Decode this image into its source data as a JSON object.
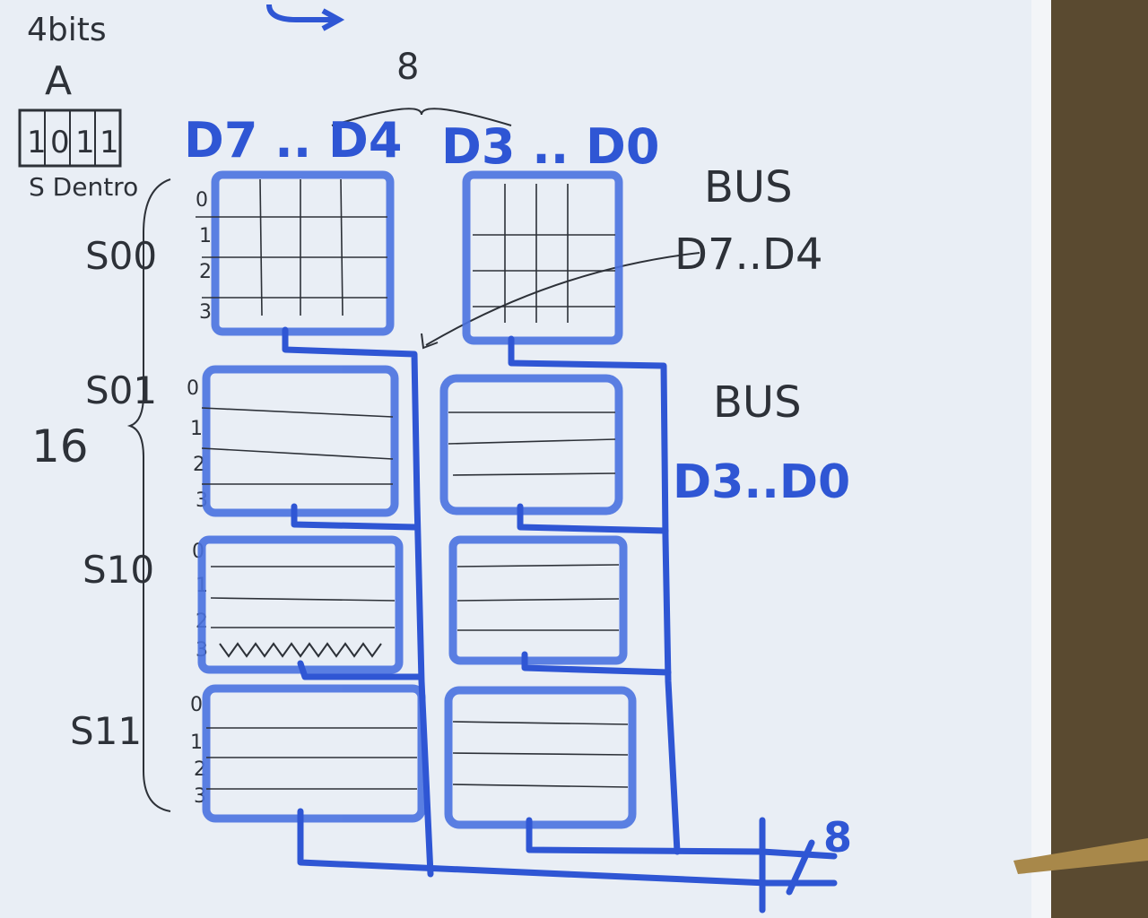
{
  "colors": {
    "paper": "#e9eef5",
    "pencil": "#2d3138",
    "marker": "#2f56d4",
    "marker_light": "#6f8fe6",
    "desk": "#4a3a22"
  },
  "address": {
    "width_label": "4bits",
    "name": "A",
    "bits": [
      "1",
      "0",
      "1",
      "1"
    ],
    "caption": "S  Dentro"
  },
  "top_bus_width": "8",
  "data_header": {
    "high": "D7 .. D4",
    "low": "D3 .. D0"
  },
  "bus_high": {
    "title": "BUS",
    "range": "D7..D4"
  },
  "bus_low": {
    "title": "BUS",
    "range": "D3..D0"
  },
  "total_words": "16",
  "banks": [
    {
      "select": "S00",
      "rows": [
        "0",
        "1",
        "2",
        "3"
      ]
    },
    {
      "select": "S01",
      "rows": [
        "0",
        "1",
        "2",
        "3"
      ]
    },
    {
      "select": "S10",
      "rows": [
        "0",
        "1",
        "2",
        "3"
      ]
    },
    {
      "select": "S11",
      "rows": [
        "0",
        "1",
        "2",
        "3"
      ]
    }
  ],
  "output_bus_width": "8"
}
